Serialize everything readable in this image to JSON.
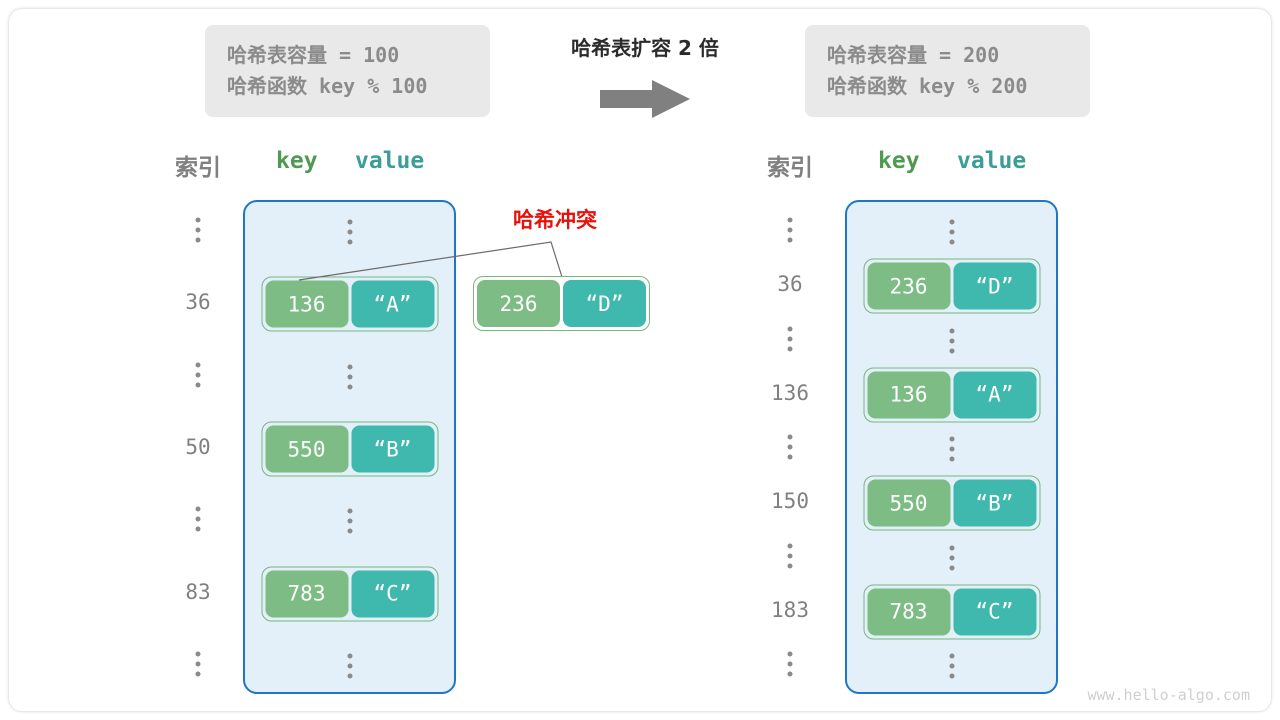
{
  "title": "哈希表扩容 2 倍",
  "arrow_icon": "right-arrow-icon",
  "watermark": "www.hello-algo.com",
  "collision": {
    "label": "哈希冲突",
    "key": "236",
    "value": "“D”"
  },
  "colors": {
    "container_border": "#1f77c4",
    "container_fill": "#e3f0fa",
    "key_cell": "#7dbd85",
    "value_cell": "#3fb8ae",
    "row_border": "#76b77a",
    "index_text": "#808080",
    "key_header": "#4e9a51",
    "value_header": "#3a9e97",
    "collision_red": "#e8120c",
    "caption_bg": "#e9e9e9",
    "caption_text": "#8b8b8b",
    "title_text": "#2b2b2b",
    "arrow": "#808080",
    "watermark": "#cfcfcf"
  },
  "left": {
    "caption": {
      "line1": "哈希表容量 = 100",
      "line2": "哈希函数 key % 100"
    },
    "headers": {
      "index": "索引",
      "key": "key",
      "value": "value"
    },
    "rows": [
      {
        "type": "dots",
        "index": "dots"
      },
      {
        "type": "entry",
        "index": "36",
        "key": "136",
        "value": "“A”"
      },
      {
        "type": "dots",
        "index": "dots"
      },
      {
        "type": "entry",
        "index": "50",
        "key": "550",
        "value": "“B”"
      },
      {
        "type": "dots",
        "index": "dots"
      },
      {
        "type": "entry",
        "index": "83",
        "key": "783",
        "value": "“C”"
      },
      {
        "type": "dots",
        "index": "dots"
      }
    ]
  },
  "right": {
    "caption": {
      "line1": "哈希表容量 = 200",
      "line2": "哈希函数 key % 200"
    },
    "headers": {
      "index": "索引",
      "key": "key",
      "value": "value"
    },
    "rows": [
      {
        "type": "dots",
        "index": "dots"
      },
      {
        "type": "entry",
        "index": "36",
        "key": "236",
        "value": "“D”"
      },
      {
        "type": "dots",
        "index": "dots"
      },
      {
        "type": "entry",
        "index": "136",
        "key": "136",
        "value": "“A”"
      },
      {
        "type": "dots",
        "index": "dots"
      },
      {
        "type": "entry",
        "index": "150",
        "key": "550",
        "value": "“B”"
      },
      {
        "type": "dots",
        "index": "dots"
      },
      {
        "type": "entry",
        "index": "183",
        "key": "783",
        "value": "“C”"
      },
      {
        "type": "dots",
        "index": "dots"
      }
    ]
  }
}
